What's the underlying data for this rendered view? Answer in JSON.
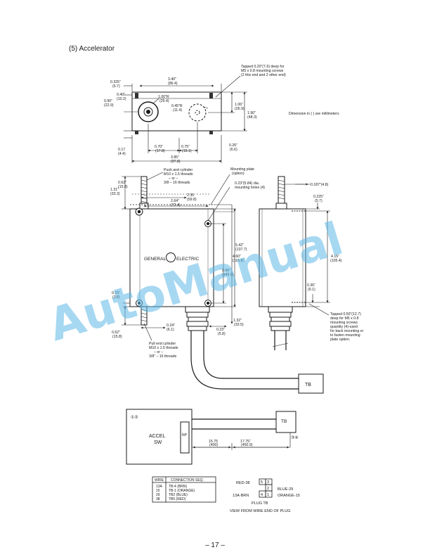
{
  "heading": "(5)  Accelerator",
  "page_number": "– 17 –",
  "watermark": "AutoManual",
  "top_view": {
    "tap_note": [
      "Tapped 0.20”(7.6) deep for",
      "M5 x 0.8 mounting screws",
      "(2 this end and 2 other end)"
    ],
    "dim_0325": [
      "0.325”",
      "(5.7)"
    ],
    "dim_340": [
      "3.40”",
      "(86.4)"
    ],
    "dim_040": [
      "0.40”",
      "(10.2)"
    ],
    "dim_090": [
      "0.90”",
      "(22.9)"
    ],
    "dim_100r": [
      "1.00”R",
      "(25.4)"
    ],
    "dim_045r": [
      "0.45”R",
      "(11.4)"
    ],
    "dim_106": [
      "1.06”",
      "(26.9)"
    ],
    "dim_190": [
      "1.90”",
      "(48.3)"
    ],
    "dim_070": [
      "0.70”",
      "(17.8)"
    ],
    "dim_075": [
      "0.75”",
      "(19.1)"
    ],
    "dim_026": [
      "0.26”",
      "(6.6)"
    ],
    "dim_017": [
      "0.17",
      "(4.4)"
    ],
    "dim_385": [
      "3.85”",
      "(97.8)"
    ],
    "mm_note": "Dimension in (  ) are millimeters"
  },
  "front_view": {
    "push_note": [
      "Push and cylinder",
      "M10 x 1.5 threads",
      "– or –",
      "3/8 – 16 threads"
    ],
    "plate_note": [
      "Mounting plate",
      "(option)"
    ],
    "holes_note": [
      "0.23”(5.84) dia.",
      "mounting holes (4)"
    ],
    "dim_062": [
      "0.62”",
      "(15.8)"
    ],
    "dim_131": [
      "1.31”",
      "(33.3)"
    ],
    "dim_235": [
      "2.35",
      "(59.8)"
    ],
    "dim_264": [
      "2.64”",
      "(72.4)"
    ],
    "dim_542": [
      "5.42”",
      "(137.7)"
    ],
    "dim_460": [
      "4.60”",
      "(116.8)"
    ],
    "dim_590": [
      "5.90”",
      "(149.9)"
    ],
    "dim_015": [
      "0.15”",
      "(3.8)"
    ],
    "dim_062b": [
      "0.62”",
      "(15.8)"
    ],
    "dim_024": [
      "0.24”",
      "(6.1)"
    ],
    "dim_132": [
      "1.32”",
      "(33.5)"
    ],
    "dim_023": [
      "0.23”",
      "(5.8)"
    ],
    "brand_left": "GENERAL",
    "brand_right": "ELECTRIC",
    "pull_note": [
      "Pull end cylinder",
      "M10 x 1.5 threads",
      "– or –",
      "3/8” – 16 threads"
    ]
  },
  "side_view": {
    "dim_0187": "0.187”(4.8)",
    "dim_0225": [
      "0.225”",
      "(5.7)"
    ],
    "dim_415": [
      "4.15”",
      "(105.4)"
    ],
    "dim_036": [
      "0.36”",
      "(9.1)"
    ],
    "tap_note": [
      "Tapped 0.50”(12.7)",
      "deep for M5 x 0.8",
      "mounting screws",
      "quantity (4)-used",
      "for back mounting or",
      "to fasten mounting",
      "plate option."
    ]
  },
  "connector": {
    "tb": "TB"
  },
  "wiring": {
    "circles_left": "①②",
    "accel": "ACCEL",
    "sw": "SW",
    "np": "NP",
    "tb": "TB",
    "circles_right": "③④",
    "dim_1575": [
      "15.75",
      "(400)"
    ],
    "dim_1775": [
      "17.75”",
      "(450.9)"
    ]
  },
  "table": {
    "headers": [
      "WIRE",
      "CONNECTION SEQ."
    ],
    "rows": [
      [
        "13A",
        "TB-4 (BRN)"
      ],
      [
        "15",
        "TB-1 (ORANGE)"
      ],
      [
        "29",
        "TB2 (BLUE)"
      ],
      [
        "38",
        "TB5 (RED)"
      ]
    ]
  },
  "plug": {
    "red": "RED-38",
    "blue": "BLUE-29",
    "brn": "13A-BRN",
    "orange": "ORANGE-15",
    "cells": [
      "5",
      "3",
      "2",
      "4",
      "1"
    ],
    "title": "PLUG TB",
    "caption": "VIEW FROM WIRE END OF PLUG"
  }
}
